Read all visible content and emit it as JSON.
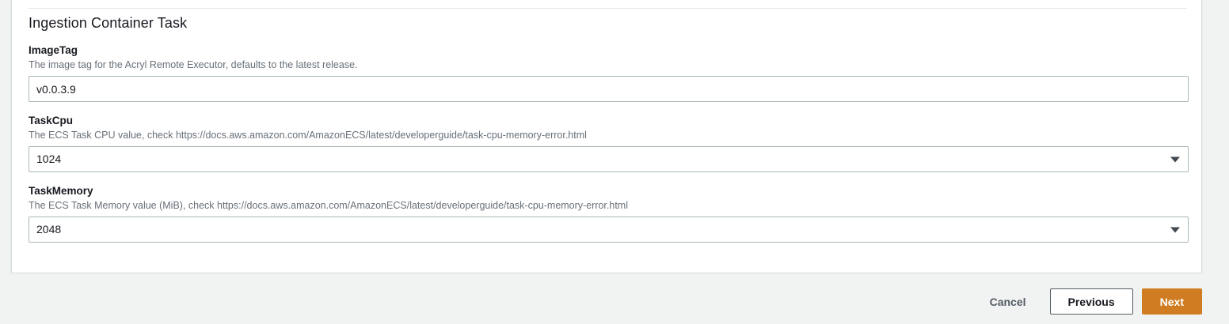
{
  "panel": {
    "section_title": "Ingestion Container Task",
    "fields": [
      {
        "label": "ImageTag",
        "description": "The image tag for the Acryl Remote Executor, defaults to the latest release.",
        "type": "text",
        "value": "v0.0.3.9",
        "placeholder": ""
      },
      {
        "label": "TaskCpu",
        "description": "The ECS Task CPU value, check https://docs.aws.amazon.com/AmazonECS/latest/developerguide/task-cpu-memory-error.html",
        "type": "select",
        "value": "1024",
        "caret_icon": "chevron-down-icon"
      },
      {
        "label": "TaskMemory",
        "description": "The ECS Task Memory value (MiB), check https://docs.aws.amazon.com/AmazonECS/latest/developerguide/task-cpu-memory-error.html",
        "type": "select",
        "value": "2048",
        "caret_icon": "chevron-down-icon"
      }
    ]
  },
  "footer": {
    "cancel_label": "Cancel",
    "previous_label": "Previous",
    "next_label": "Next"
  },
  "colors": {
    "page_background": "#f1f3f3",
    "panel_background": "#ffffff",
    "primary_accent": "#d07c22",
    "label_text": "#16191f",
    "description_text": "#687078",
    "input_border": "#aab7b8",
    "button_border": "#545b64"
  }
}
